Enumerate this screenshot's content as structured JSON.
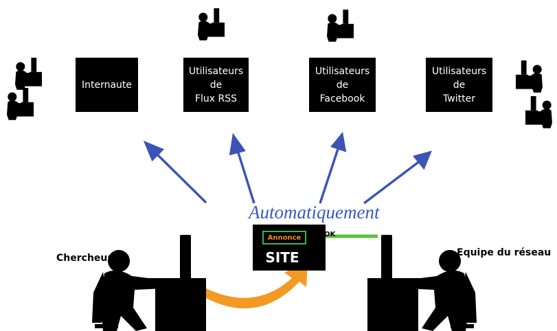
{
  "boxes": {
    "internaute": [
      "Internaute"
    ],
    "rss": [
      "Utilisateurs",
      "de",
      "Flux RSS"
    ],
    "facebook": [
      "Utilisateurs",
      "de",
      "Facebook"
    ],
    "twitter": [
      "Utilisateurs",
      "de",
      "Twitter"
    ]
  },
  "labels": {
    "automatiquement": "Automatiquement",
    "chercheur": "Chercheur",
    "equipe": "Equipe du réseau",
    "site": "SITE",
    "annonce": "Annonce",
    "ok": "OK"
  },
  "colors": {
    "arrow_blue": "#3c55b4",
    "arrow_green": "#5cbf3d",
    "arrow_orange": "#f39a24",
    "annonce_text": "#f08c1e"
  }
}
